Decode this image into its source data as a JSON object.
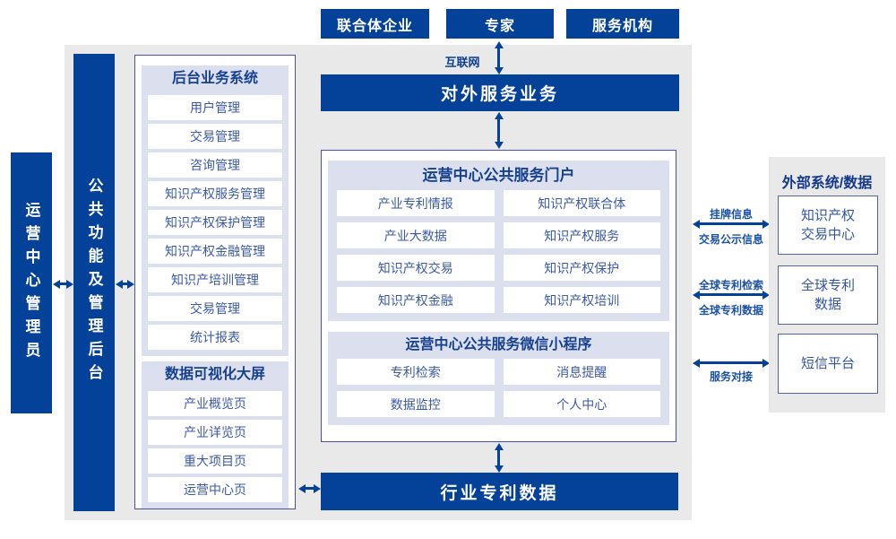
{
  "colors": {
    "primary_blue": "#04429a",
    "panel_lavender": "#dce0ee",
    "background_gray": "#e9e9e9",
    "panel_border": "#4b509a",
    "item_text_blue": "#3b5aa6"
  },
  "top_entities": [
    {
      "label": "联合体企业"
    },
    {
      "label": "专家"
    },
    {
      "label": "服务机构"
    }
  ],
  "internet_label": "互联网",
  "external_service_bar": "对外服务业务",
  "admin_bar": "运营中心管理员",
  "backend_bar": "公共功能及管理后台",
  "left_panel": {
    "sections": [
      {
        "title": "后台业务系统",
        "items": [
          "用户管理",
          "交易管理",
          "咨询管理",
          "知识产权服务管理",
          "知识产权保护管理",
          "知识产权金融管理",
          "知识产培训管理",
          "交易管理",
          "统计报表"
        ]
      },
      {
        "title": "数据可视化大屏",
        "items": [
          "产业概览页",
          "产业详览页",
          "重大项目页",
          "运营中心页"
        ]
      }
    ]
  },
  "center_panel": {
    "sections": [
      {
        "title": "运营中心公共服务门户",
        "items": [
          "产业专利情报",
          "知识产权联合体",
          "产业大数据",
          "知识产权服务",
          "知识产权交易",
          "知识产权保护",
          "知识产权金融",
          "知识产权培训"
        ]
      },
      {
        "title": "运营中心公共服务微信小程序",
        "items": [
          "专利检索",
          "消息提醒",
          "数据监控",
          "个人中心"
        ]
      }
    ]
  },
  "industry_patent_bar": "行业专利数据",
  "right_panel": {
    "title": "外部系统/数据",
    "boxes": [
      {
        "text": "知识产权\n交易中心"
      },
      {
        "text": "全球专利\n数据"
      },
      {
        "text": "短信平台"
      }
    ]
  },
  "connector_labels": {
    "c1_top": "挂牌信息",
    "c1_bottom": "交易公示信息",
    "c2_top": "全球专利检索",
    "c2_bottom": "全球专利数据",
    "c3_bottom": "服务对接"
  }
}
